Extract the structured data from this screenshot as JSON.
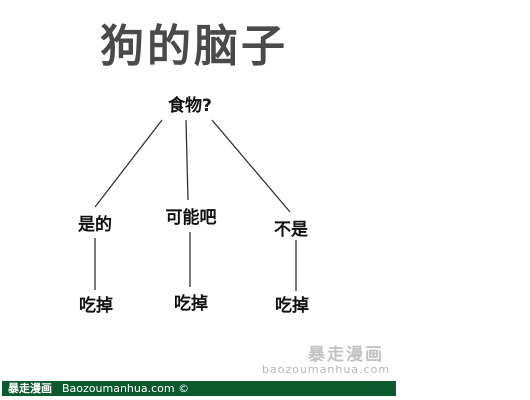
{
  "title": "狗的脑子",
  "diagram": {
    "root": "食物?",
    "options": [
      "是的",
      "可能吧",
      "不是"
    ],
    "outcomes": [
      "吃掉",
      "吃掉",
      "吃掉"
    ]
  },
  "watermark": {
    "cn": "暴走漫画",
    "en": "baozoumanhua.com"
  },
  "footer": {
    "cn": "暴走漫画",
    "en": "Baozoumanhua.com ©"
  },
  "colors": {
    "title": "#4a4a4a",
    "footer_bg": "#0a5a2e",
    "watermark": "#c3c3c3"
  }
}
